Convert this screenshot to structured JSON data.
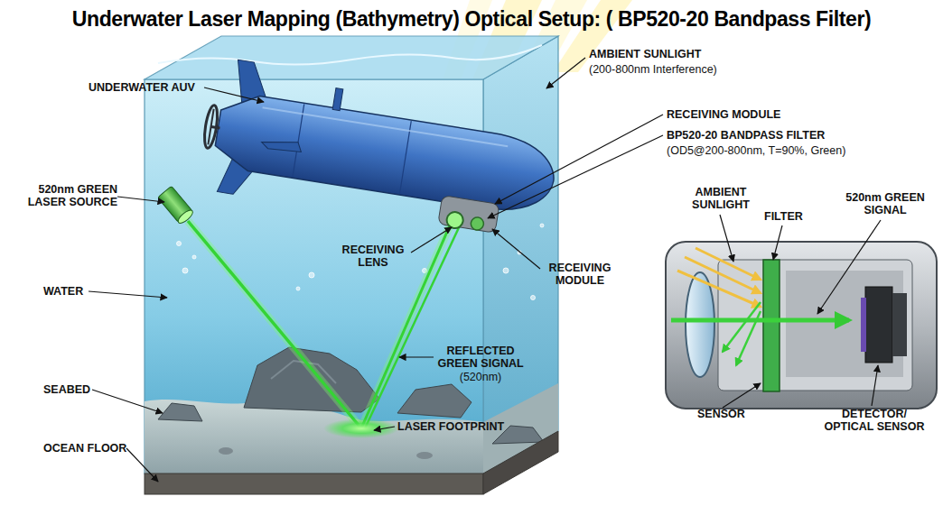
{
  "diagram": {
    "title": "Underwater Laser Mapping (Bathymetry) Optical Setup: ( BP520-20 Bandpass Filter)",
    "labels": [
      "UNDERWATER AUV",
      "AMBIENT SUNLIGHT",
      "(200-800nm Interference)",
      "RECEIVING MODULE",
      "BP520-20 BANDPASS FILTER",
      "(OD5@200-800nm, T=90%, Green)",
      "520nm GREEN LASER SOURCE",
      "WATER",
      "RECEIVING LENS",
      "RECEIVING MODULE",
      "REFLECTED GREEN SIGNAL",
      "(520nm)",
      "SEABED",
      "LASER FOOTPRINT",
      "OCEAN FLOOR",
      "AMBIENT SUNLIGHT",
      "FILTER",
      "520nm GREEN SIGNAL",
      "SENSOR",
      "DETECTOR/ OPTICAL SENSOR"
    ]
  }
}
